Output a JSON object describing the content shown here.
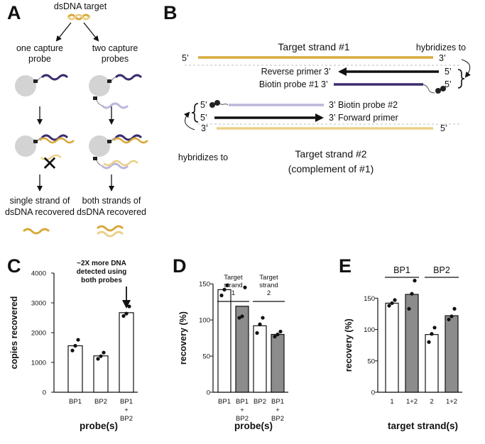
{
  "panels": {
    "a": "A",
    "b": "B",
    "c": "C",
    "d": "D",
    "e": "E"
  },
  "panel_a": {
    "top_label": "dsDNA target",
    "left_label_1": "one capture",
    "left_label_2": "probe",
    "right_label_1": "two capture",
    "right_label_2": "probes",
    "left_result_1": "single strand of",
    "left_result_2": "dsDNA recovered",
    "right_result_1": "both strands of",
    "right_result_2": "dsDNA recovered",
    "cross_mark": "✕"
  },
  "panel_b": {
    "strand1_label": "Target strand #1",
    "hybridizes_top": "hybridizes to",
    "five_prime": "5’",
    "three_prime": "3’",
    "reverse_primer": "Reverse primer",
    "biotin_probe_1": "Biotin probe #1",
    "biotin_probe_2": "Biotin probe #2",
    "forward_primer": "Forward primer",
    "hybridizes_bottom": "hybridizes to",
    "strand2_label": "Target strand #2",
    "strand2_sub": "(complement of #1)"
  },
  "colors": {
    "gold": "#d9a93a",
    "gold_light": "#ead08a",
    "navy": "#3b2c6f",
    "lavender": "#bcb6d9",
    "gray_bar": "#8c8c8c",
    "bead": "#d3d3d3",
    "dark": "#222222"
  },
  "chart_data": [
    {
      "id": "C",
      "type": "bar",
      "ylabel": "copies recovered",
      "xlabel": "probe(s)",
      "ylim": [
        0,
        4000
      ],
      "yticks": [
        0,
        1000,
        2000,
        3000,
        4000
      ],
      "categories": [
        [
          "BP1"
        ],
        [
          "BP2"
        ],
        [
          "BP1",
          "+",
          "BP2"
        ]
      ],
      "values": [
        1560,
        1220,
        2670
      ],
      "bar_fill": [
        "white",
        "white",
        "white"
      ],
      "points": [
        [
          1400,
          1560,
          1760
        ],
        [
          1120,
          1210,
          1330
        ],
        [
          2560,
          2640,
          2880
        ]
      ],
      "annotation": [
        "~2X more DNA",
        "detected using",
        "both probes"
      ]
    },
    {
      "id": "D",
      "type": "bar",
      "ylabel": "recovery (%)",
      "xlabel": "probe(s)",
      "ylim": [
        0,
        160
      ],
      "yticks": [
        0,
        50,
        100,
        150
      ],
      "categories": [
        [
          "BP1"
        ],
        [
          "BP1",
          "+",
          "BP2"
        ],
        [
          "BP2"
        ],
        [
          "BP1",
          "+",
          "BP2"
        ]
      ],
      "values": [
        142,
        119,
        92,
        80
      ],
      "bar_fill": [
        "white",
        "gray",
        "white",
        "gray"
      ],
      "points": [
        [
          134,
          142,
          148
        ],
        [
          103,
          105,
          145
        ],
        [
          82,
          94,
          103
        ],
        [
          77,
          80,
          84
        ]
      ],
      "groups": [
        {
          "lines": [
            "Target",
            "strand",
            "1"
          ],
          "span": [
            0,
            1
          ]
        },
        {
          "lines": [
            "Target",
            "strand",
            "2"
          ],
          "span": [
            2,
            3
          ]
        }
      ]
    },
    {
      "id": "E",
      "type": "bar",
      "ylabel": "recovery (%)",
      "xlabel": "target strand(s)",
      "ylim": [
        0,
        190
      ],
      "yticks": [
        0,
        50,
        100,
        150
      ],
      "categories": [
        [
          "1"
        ],
        [
          "1+2"
        ],
        [
          "2"
        ],
        [
          "1+2"
        ]
      ],
      "values": [
        142,
        156,
        92,
        122
      ],
      "bar_fill": [
        "white",
        "gray",
        "white",
        "gray"
      ],
      "points": [
        [
          138,
          142,
          147
        ],
        [
          133,
          157,
          178
        ],
        [
          80,
          93,
          103
        ],
        [
          116,
          121,
          133
        ]
      ],
      "groups": [
        {
          "lines": [
            "BP1"
          ],
          "span": [
            0,
            1
          ]
        },
        {
          "lines": [
            "BP2"
          ],
          "span": [
            2,
            3
          ]
        }
      ]
    }
  ]
}
